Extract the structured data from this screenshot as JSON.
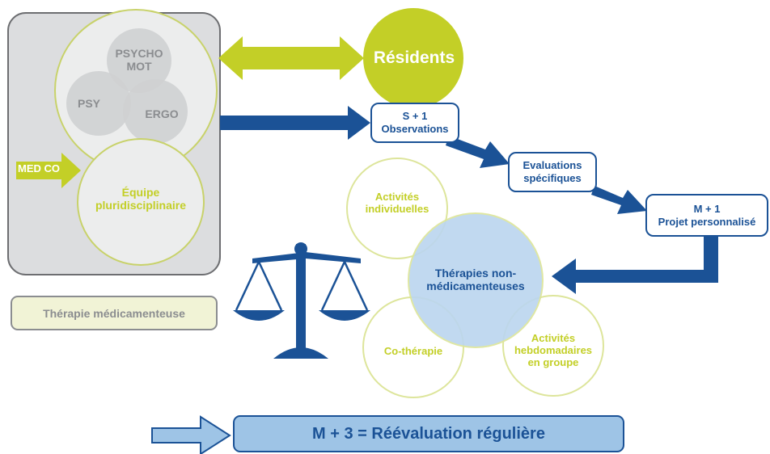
{
  "left_panel": {
    "psycho_line1": "PSYCHO",
    "psycho_line2": "MOT",
    "psy": "PSY",
    "ergo": "ERGO",
    "med_co": "MED CO",
    "equipe_line1": "Équipe",
    "equipe_line2": "pluridisciplinaire"
  },
  "therapie_medicamenteuse": "Thérapie médicamenteuse",
  "residents": "Résidents",
  "s1": {
    "line1": "S + 1",
    "line2": "Observations"
  },
  "evaluations": {
    "line1": "Evaluations",
    "line2": "spécifiques"
  },
  "m1": {
    "line1": "M + 1",
    "line2": "Projet personnalisé"
  },
  "center": {
    "line1": "Thérapies non-",
    "line2": "médicamenteuses"
  },
  "activites_individuelles": {
    "line1": "Activités",
    "line2": "individuelles"
  },
  "co_therapie": "Co-thérapie",
  "activites_hebdo": {
    "line1": "Activités",
    "line2": "hebdomadaires",
    "line3": "en groupe"
  },
  "m3": "M + 3 = Réévaluation régulière",
  "colors": {
    "navy": "#1b5296",
    "lime": "#c3cf27",
    "gray_panel": "#dcdddf",
    "light_blue": "#9ec4e6"
  }
}
